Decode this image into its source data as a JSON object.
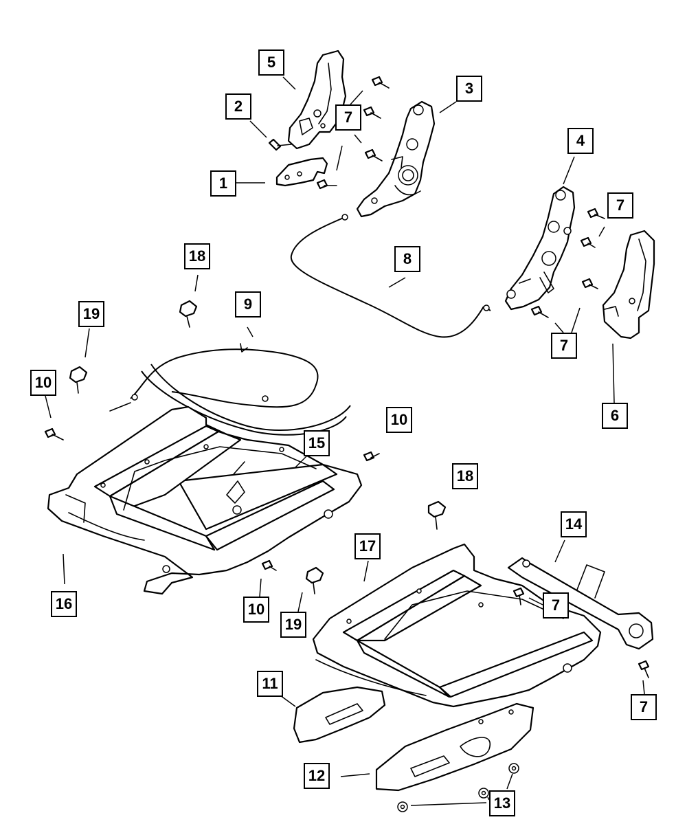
{
  "callouts": [
    {
      "id": "c1",
      "label": "1"
    },
    {
      "id": "c2",
      "label": "2"
    },
    {
      "id": "c3",
      "label": "3"
    },
    {
      "id": "c4",
      "label": "4"
    },
    {
      "id": "c5",
      "label": "5"
    },
    {
      "id": "c6",
      "label": "6"
    },
    {
      "id": "c7a",
      "label": "7"
    },
    {
      "id": "c7b",
      "label": "7"
    },
    {
      "id": "c7c",
      "label": "7"
    },
    {
      "id": "c7d",
      "label": "7"
    },
    {
      "id": "c7e",
      "label": "7"
    },
    {
      "id": "c8",
      "label": "8"
    },
    {
      "id": "c9",
      "label": "9"
    },
    {
      "id": "c10a",
      "label": "10"
    },
    {
      "id": "c10b",
      "label": "10"
    },
    {
      "id": "c10c",
      "label": "10"
    },
    {
      "id": "c11",
      "label": "11"
    },
    {
      "id": "c12",
      "label": "12"
    },
    {
      "id": "c13",
      "label": "13"
    },
    {
      "id": "c14",
      "label": "14"
    },
    {
      "id": "c15",
      "label": "15"
    },
    {
      "id": "c16",
      "label": "16"
    },
    {
      "id": "c17",
      "label": "17"
    },
    {
      "id": "c18a",
      "label": "18"
    },
    {
      "id": "c18b",
      "label": "18"
    },
    {
      "id": "c19a",
      "label": "19"
    },
    {
      "id": "c19b",
      "label": "19"
    }
  ]
}
